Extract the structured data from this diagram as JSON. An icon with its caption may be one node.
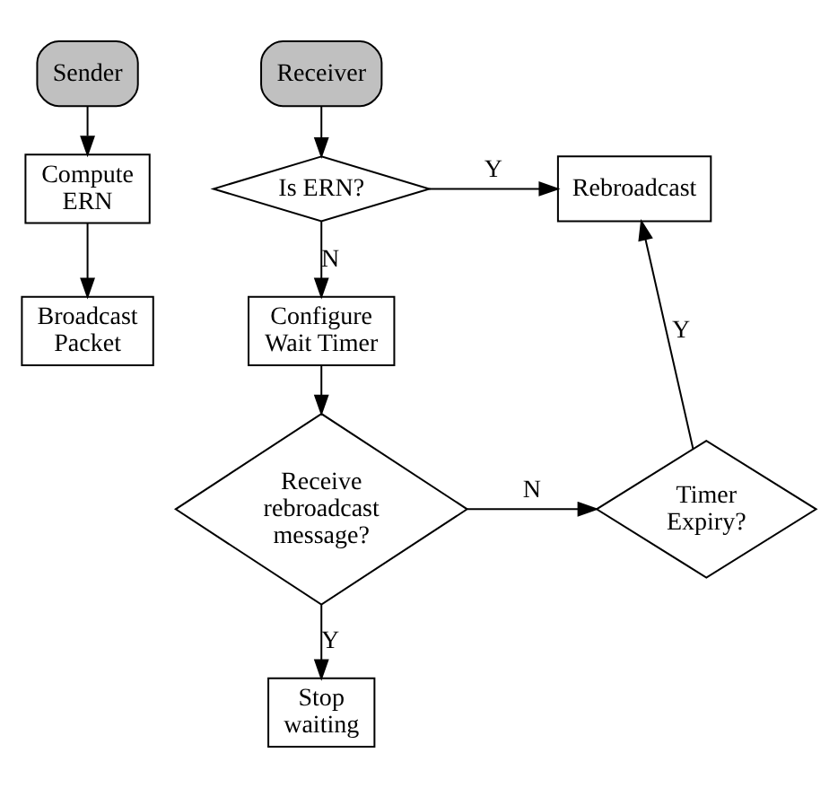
{
  "diagram": {
    "nodes": [
      {
        "text": [
          "Sender"
        ]
      },
      {
        "text": [
          "Compute ERN"
        ]
      },
      {
        "text": [
          "Broadcast Packet"
        ]
      },
      {
        "text": [
          "Receiver"
        ]
      },
      {
        "text": [
          "Is ERN?"
        ]
      },
      {
        "text": [
          "Rebroadcast"
        ]
      },
      {
        "text": [
          "Configure Wait Timer"
        ]
      },
      {
        "text": [
          "Receive rebroadcast message?"
        ]
      },
      {
        "text": [
          "Timer Expiry?"
        ]
      },
      {
        "text": [
          "Stop waiting"
        ]
      }
    ],
    "edges": [
      {
        "from": 0,
        "to": 1,
        "arrow": "to"
      },
      {
        "from": 1,
        "to": 2,
        "arrow": "to"
      },
      {
        "from": 3,
        "to": 4,
        "arrow": "to"
      },
      {
        "from": 4,
        "to": 5,
        "arrow": "to",
        "label": "Y"
      },
      {
        "from": 4,
        "to": 6,
        "arrow": "to",
        "label": "N"
      },
      {
        "from": 6,
        "to": 7,
        "arrow": "to"
      },
      {
        "from": 7,
        "to": 8,
        "arrow": "to",
        "label": "N"
      },
      {
        "from": 8,
        "to": 5,
        "arrow": "to",
        "label": "Y"
      },
      {
        "from": 7,
        "to": 9,
        "arrow": "to",
        "label": "Y"
      }
    ]
  }
}
